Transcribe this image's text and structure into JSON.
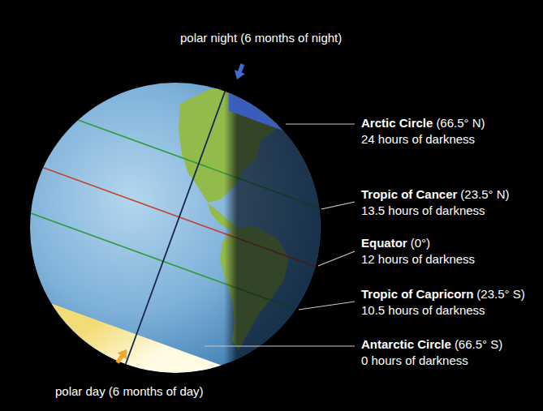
{
  "diagram": {
    "labels": [
      "polar night (6 months of night)",
      "Arctic Circle",
      "(66.5° N)",
      "24 hours of darkness",
      "Tropic of Cancer",
      "(23.5° N)",
      "13.5 hours of darkness",
      "Equator",
      "(0°)",
      "12 hours of darkness",
      "Tropic of Capricorn",
      "(23.5° S)",
      "10.5 hours of darkness",
      "Antarctic Circle",
      "(66.5° S)",
      "0 hours of darkness",
      "polar day (6 months of day)"
    ]
  }
}
